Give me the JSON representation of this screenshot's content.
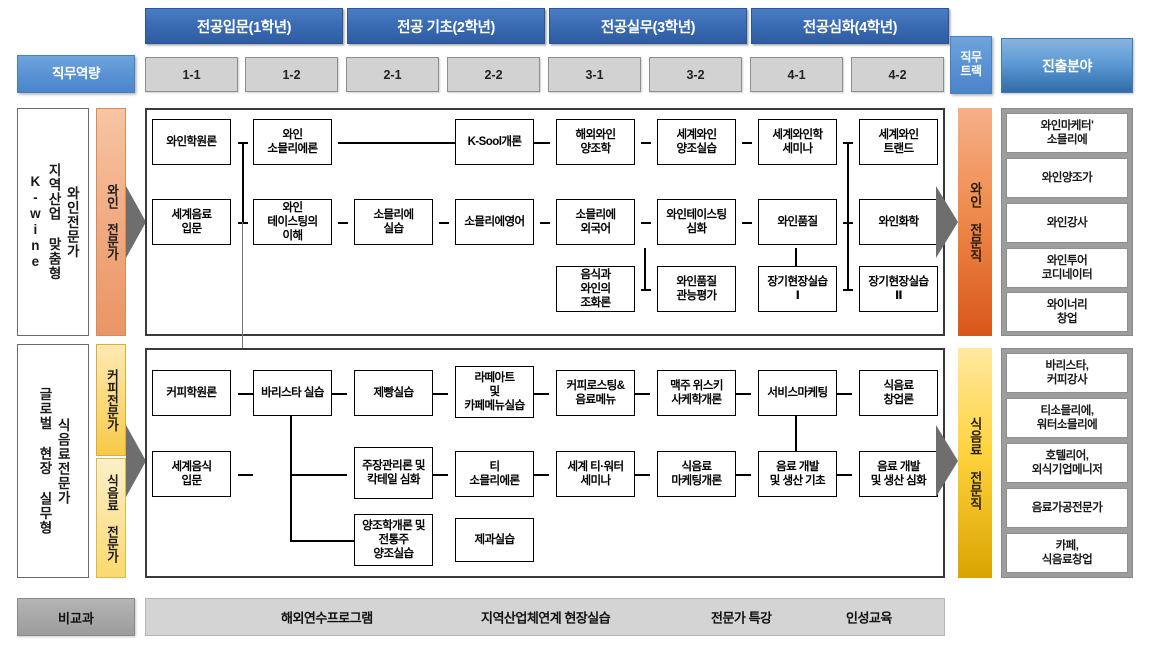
{
  "header": {
    "competency_label": "직무역량",
    "track_label": "직무\n트랙",
    "field_label": "진출분야",
    "phases": [
      {
        "label": "전공입문(1학년)",
        "semesters": [
          "1-1",
          "1-2"
        ]
      },
      {
        "label": "전공 기초(2학년)",
        "semesters": [
          "2-1",
          "2-2"
        ]
      },
      {
        "label": "전공실무(3학년)",
        "semesters": [
          "3-1",
          "3-2"
        ]
      },
      {
        "label": "전공심화(4학년)",
        "semesters": [
          "4-1",
          "4-2"
        ]
      }
    ]
  },
  "tracks": [
    {
      "id": "wine",
      "side_title": "와인전문가\n지역산업 맞춤형\nK-wine",
      "bands": [
        {
          "label": "와인 전문가"
        }
      ],
      "job_track": "와인 전문직",
      "outcomes": [
        "와인마케터'\n소믈리에",
        "와인양조가",
        "와인강사",
        "와인투어\n코디네이터",
        "와이너리\n창업"
      ],
      "courses": [
        {
          "name": "와인학원론",
          "col": 0,
          "row": 0
        },
        {
          "name": "와인\n소믈리에론",
          "col": 1,
          "row": 0
        },
        {
          "name": "K-Sool개론",
          "col": 3,
          "row": 0
        },
        {
          "name": "해외와인\n양조학",
          "col": 4,
          "row": 0
        },
        {
          "name": "세계와인\n양조실습",
          "col": 5,
          "row": 0
        },
        {
          "name": "세계와인학\n세미나",
          "col": 6,
          "row": 0
        },
        {
          "name": "세계와인\n트랜드",
          "col": 7,
          "row": 0
        },
        {
          "name": "세계음료\n입문",
          "col": 0,
          "row": 1
        },
        {
          "name": "와인\n테이스팅의\n이해",
          "col": 1,
          "row": 1
        },
        {
          "name": "소믈리에\n실습",
          "col": 2,
          "row": 1
        },
        {
          "name": "소믈리에영어",
          "col": 3,
          "row": 1
        },
        {
          "name": "소믈리에\n외국어",
          "col": 4,
          "row": 1
        },
        {
          "name": "와인테이스팅\n심화",
          "col": 5,
          "row": 1
        },
        {
          "name": "와인품질",
          "col": 6,
          "row": 1
        },
        {
          "name": "와인화학",
          "col": 7,
          "row": 1
        },
        {
          "name": "음식과\n와인의\n조화론",
          "col": 4,
          "row": 2
        },
        {
          "name": "와인품질\n관능평가",
          "col": 5,
          "row": 2
        },
        {
          "name": "장기현장실습\nⅠ",
          "col": 6,
          "row": 2
        },
        {
          "name": "장기현장실습\nⅡ",
          "col": 7,
          "row": 2
        }
      ]
    },
    {
      "id": "beverage",
      "side_title": "식음료전문가\n글로벌 현장 실무형",
      "bands": [
        {
          "label": "커피전문가"
        },
        {
          "label": "식음료 전문가"
        }
      ],
      "job_track": "식음료 전문직",
      "outcomes": [
        "바리스타,\n커피강사",
        "티소믈리에,\n워터소믈리에",
        "호텔리어,\n외식기업메니저",
        "음료가공전문가",
        "카페,\n식음료창업"
      ],
      "courses": [
        {
          "name": "커피학원론",
          "col": 0,
          "row": 0
        },
        {
          "name": "바리스타 실습",
          "col": 1,
          "row": 0
        },
        {
          "name": "제빵실습",
          "col": 2,
          "row": 0
        },
        {
          "name": "라떼아트\n및\n카페메뉴실습",
          "col": 3,
          "row": 0
        },
        {
          "name": "커피로스팅&\n음료메뉴",
          "col": 4,
          "row": 0
        },
        {
          "name": "맥주 위스키\n사케학개론",
          "col": 5,
          "row": 0
        },
        {
          "name": "서비스마케팅",
          "col": 6,
          "row": 0
        },
        {
          "name": "식음료\n창업론",
          "col": 7,
          "row": 0
        },
        {
          "name": "세계음식\n입문",
          "col": 0,
          "row": 1
        },
        {
          "name": "주장관리론 및\n칵테일 심화",
          "col": 2,
          "row": 1
        },
        {
          "name": "티\n소믈리에론",
          "col": 3,
          "row": 1
        },
        {
          "name": "세계 티·워터\n세미나",
          "col": 4,
          "row": 1
        },
        {
          "name": "식음료\n마케팅개론",
          "col": 5,
          "row": 1
        },
        {
          "name": "음료 개발\n및 생산 기초",
          "col": 6,
          "row": 1
        },
        {
          "name": "음료 개발\n및 생산 심화",
          "col": 7,
          "row": 1
        },
        {
          "name": "양조학개론 및\n전통주\n양조실습",
          "col": 2,
          "row": 2
        },
        {
          "name": "제과실습",
          "col": 3,
          "row": 2
        }
      ]
    }
  ],
  "footer": {
    "label": "비교과",
    "items": [
      "해외연수프로그램",
      "지역산업체연계 현장실습",
      "전문가 특강",
      "인성교육"
    ]
  },
  "colors": {
    "phase_blue": "#3a6cb4",
    "semester_gray": "#d2d2d2",
    "wine_band": "#f0a87e",
    "coffee_band": "#fbd978",
    "wine_track": "#ef8c4e",
    "bev_track": "#ffd33f",
    "footer_gray": "#d4d4d4"
  }
}
